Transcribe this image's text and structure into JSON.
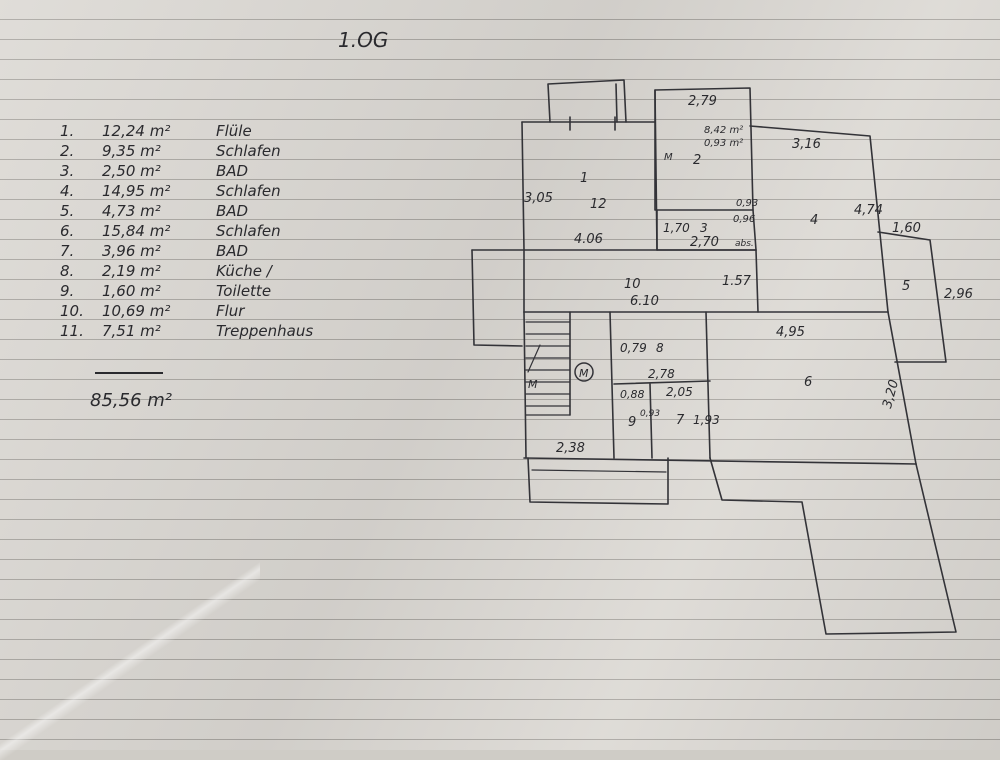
{
  "title": "1.OG",
  "areas": [
    {
      "num": "1.",
      "area": "12,24 m²",
      "name": "Flüle"
    },
    {
      "num": "2.",
      "area": "9,35 m²",
      "name": "Schlafen"
    },
    {
      "num": "3.",
      "area": "2,50 m²",
      "name": "BAD"
    },
    {
      "num": "4.",
      "area": "14,95 m²",
      "name": "Schlafen"
    },
    {
      "num": "5.",
      "area": "4,73 m²",
      "name": "BAD"
    },
    {
      "num": "6.",
      "area": "15,84 m²",
      "name": "Schlafen"
    },
    {
      "num": "7.",
      "area": "3,96 m²",
      "name": "BAD"
    },
    {
      "num": "8.",
      "area": "2,19 m²",
      "name": "Küche /"
    },
    {
      "num": "9.",
      "area": "1,60 m²",
      "name": "Toilette"
    },
    {
      "num": "10.",
      "area": "10,69 m²",
      "name": "Flur"
    },
    {
      "num": "11.",
      "area": "7,51 m²",
      "name": "Treppenhaus"
    }
  ],
  "total": "85,56 m²",
  "plan": {
    "labels": {
      "dim_top": "2,79",
      "area_2": "8,42 m²",
      "area_2b": "0,93 m²",
      "room_2": "2",
      "dim_3_16": "3,16",
      "room_1": "1",
      "room_12": "12",
      "dim_3_05": "3,05",
      "dim_0_93": "0,93",
      "dim_0_96": "0,96",
      "room_4": "4",
      "dim_4_74": "4,74",
      "dim_1_60": "1,60",
      "dim_4_06": "4.06",
      "dim_1_70": "1,70",
      "room_3": "3",
      "dim_2_70": "2,70",
      "dim_abs": "abs.",
      "room_10": "10",
      "dim_1_57": "1.57",
      "dim_6_10": "6.10",
      "room_5": "5",
      "dim_2_96": "2,96",
      "dim_4_95": "4,95",
      "dim_0_79": "0,79",
      "room_8": "8",
      "dim_2_78": "2,78",
      "m_stair": "M",
      "m_circle": "M",
      "m_room2": "M",
      "room_6": "6",
      "dim_3_20": "3,20",
      "dim_0_88": "0,88",
      "dim_2_05": "2,05",
      "room_9": "9",
      "dim_0_93b": "0,93",
      "room_7": "7",
      "dim_1_93": "1,93",
      "dim_2_38": "2,38"
    }
  }
}
